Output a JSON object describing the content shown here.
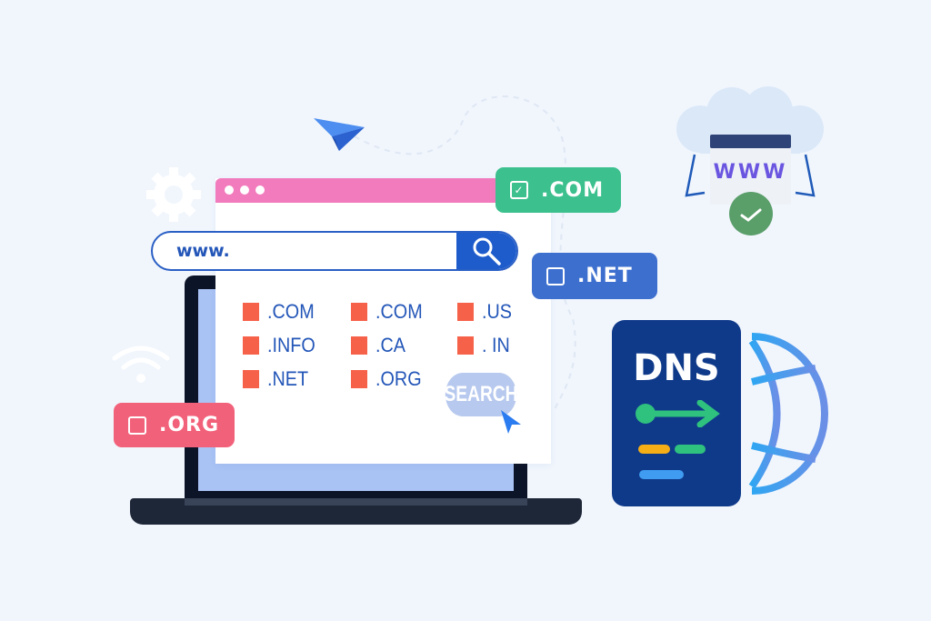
{
  "browser": {
    "search_value": "www.",
    "search_icon": "magnifier-icon",
    "domains": [
      [
        ".COM",
        ".COM",
        ".US"
      ],
      [
        ".INFO",
        ".CA",
        ". IN"
      ],
      [
        ".NET",
        ".ORG"
      ]
    ],
    "search_button": "SEARCH"
  },
  "tags": {
    "com": {
      "label": ".COM",
      "checked": true,
      "color": "#3cc08e"
    },
    "net": {
      "label": ".NET",
      "checked": false,
      "color": "#3d6fcf"
    },
    "org": {
      "label": ".ORG",
      "checked": false,
      "color": "#f2617a"
    }
  },
  "cloud": {
    "label": "WWW"
  },
  "dns": {
    "label": "DNS"
  }
}
